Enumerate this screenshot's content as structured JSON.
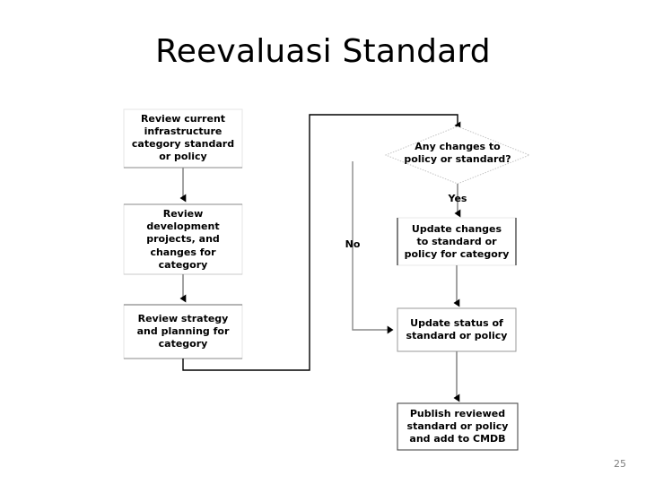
{
  "slide": {
    "title": "Reevaluasi Standard",
    "page_number": "25"
  },
  "colors": {
    "text": "#000000",
    "box_border_light": "#b8b8b8",
    "box_border_dark": "#000000",
    "connector": "#808080",
    "connector_dark": "#000000",
    "page_number": "#808080",
    "background": "#ffffff"
  },
  "flowchart": {
    "type": "process-flow",
    "nodes": [
      {
        "id": "review-current-infrastructure",
        "shape": "rectangle",
        "label": "Review current\ninfrastructure\ncategory standard\nor policy"
      },
      {
        "id": "review-development-projects",
        "shape": "rectangle",
        "label": "Review\ndevelopment\nprojects, and\nchanges for\ncategory"
      },
      {
        "id": "review-strategy-planning",
        "shape": "rectangle",
        "label": "Review strategy\nand planning for\ncategory"
      },
      {
        "id": "any-changes-decision",
        "shape": "diamond",
        "label": "Any changes to\npolicy or standard?"
      },
      {
        "id": "update-changes",
        "shape": "rectangle",
        "label": "Update changes\nto standard or\npolicy for category"
      },
      {
        "id": "update-status",
        "shape": "rectangle",
        "label": "Update status of\nstandard or policy"
      },
      {
        "id": "publish-reviewed",
        "shape": "rectangle",
        "label": "Publish reviewed\nstandard or policy\nand add to CMDB"
      }
    ],
    "edge_labels": [
      {
        "id": "yes-branch",
        "label": "Yes"
      },
      {
        "id": "no-branch",
        "label": "No"
      }
    ]
  }
}
